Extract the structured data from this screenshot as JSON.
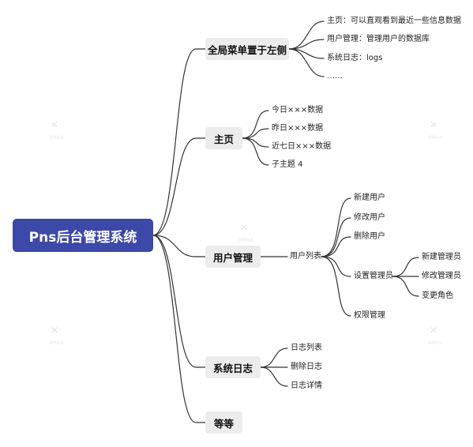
{
  "root": {
    "label": "Pns后台管理系统"
  },
  "branches": [
    {
      "label": "全局菜单置于左侧",
      "children": [
        "主页：可以直观看到最近一些信息数据",
        "用户管理：管理用户的数据库",
        "系统日志：logs",
        "……"
      ]
    },
    {
      "label": "主页",
      "children": [
        "今日×××数据",
        "昨日×××数据",
        "近七日×××数据",
        "子主题 4"
      ]
    },
    {
      "label": "用户管理",
      "sub": {
        "label": "用户列表",
        "children": [
          "新建用户",
          "修改用户",
          "删除用户",
          "设置管理员",
          "权限管理"
        ],
        "admin_children": [
          "新建管理员",
          "修改管理员",
          "变更角色"
        ]
      }
    },
    {
      "label": "系统日志",
      "children": [
        "日志列表",
        "删除日志",
        "日志详情"
      ]
    },
    {
      "label": "等等"
    }
  ],
  "colors": {
    "root_bg": "#3d49a8",
    "main_bg": "#ececec",
    "line": "#333333"
  }
}
